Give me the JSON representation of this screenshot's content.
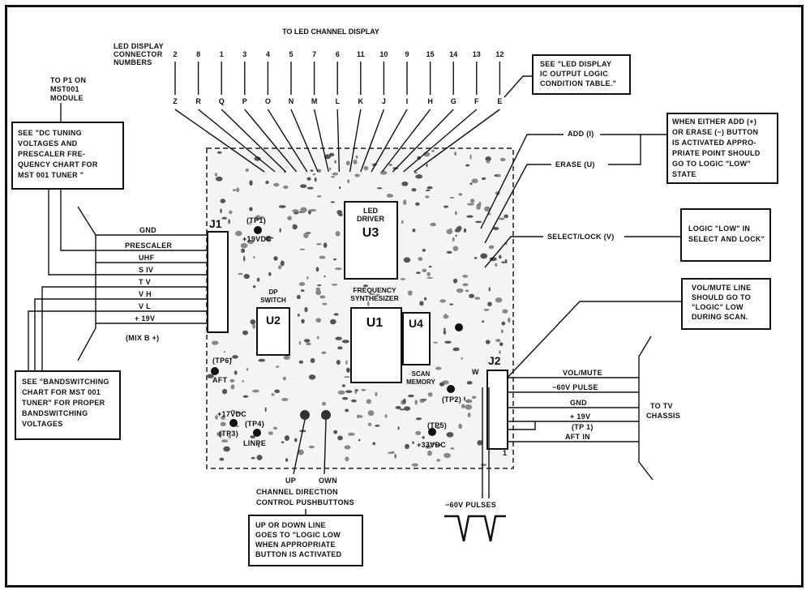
{
  "top_title": "TO LED CHANNEL DISPLAY",
  "led_connector_label": [
    "LED DISPLAY",
    "CONNECTOR",
    "NUMBERS"
  ],
  "pin_numbers": [
    "2",
    "8",
    "1",
    "3",
    "4",
    "5",
    "7",
    "6",
    "11",
    "10",
    "9",
    "15",
    "14",
    "13",
    "12"
  ],
  "pin_letters": [
    "Z",
    "R",
    "Q",
    "P",
    "O",
    "N",
    "M",
    "L",
    "K",
    "J",
    "I",
    "H",
    "G",
    "F",
    "E"
  ],
  "to_p1_label": [
    "TO P1 ON",
    "MST001",
    "MODULE"
  ],
  "callouts": {
    "led_table": [
      "SEE \"LED DISPLAY",
      "IC OUTPUT LOGIC",
      "CONDITION TABLE.\""
    ],
    "dc_tuning": [
      "SEE \"DC TUNING",
      "VOLTAGES AND",
      "PRESCALER FRE-",
      "QUENCY CHART FOR",
      "MST 001 TUNER \""
    ],
    "add_erase": [
      "WHEN EITHER ADD (+)",
      "OR ERASE (−) BUTTON",
      "IS ACTIVATED APPRO-",
      "PRIATE POINT SHOULD",
      "GO TO LOGIC \"LOW\"",
      "STATE"
    ],
    "select_lock": [
      "LOGIC \"LOW\" IN",
      "SELECT AND LOCK\""
    ],
    "vol_mute": [
      "VOL/MUTE LINE",
      "SHOULD GO TO",
      "\"LOGIC\" LOW",
      "DURING SCAN."
    ],
    "bandswitching": [
      "SEE \"BANDSWITCHING",
      "CHART FOR MST 001",
      "TUNER\" FOR PROPER",
      "BANDSWITCHING",
      "VOLTAGES"
    ],
    "up_down": [
      "UP OR DOWN LINE",
      "GOES TO \"LOGIC LOW",
      "WHEN APPROPRIATE",
      "BUTTON IS ACTIVATED"
    ]
  },
  "j1_lines": [
    "GND",
    "PRESCALER",
    "UHF",
    "S IV",
    "T V",
    "V H",
    "V L",
    "+ 19V"
  ],
  "j1_note": "(MIX B +)",
  "right_labels": {
    "add": "ADD (I)",
    "erase": "ERASE (U)",
    "select": "SELECT/LOCK (V)"
  },
  "j2_lines": [
    "VOL/MUTE",
    "−60V PULSE",
    "GND",
    "+ 19V",
    "AFT IN"
  ],
  "tp1_label": "(TP 1)",
  "to_tv": [
    "TO TV",
    "CHASSIS"
  ],
  "board": {
    "j1": "J1",
    "j2": "J2",
    "tp1": "(TP1)",
    "tp1_v": "+19VDC",
    "u3_title": [
      "LED",
      "DRIVER"
    ],
    "u3": "U3",
    "u2_title": [
      "DP",
      "SWITCH"
    ],
    "u2": "U2",
    "u1_title": [
      "FREQUENCY",
      "SYNTHESIZER"
    ],
    "u1": "U1",
    "u4": "U4",
    "u4_title": [
      "SCAN",
      "MEMORY"
    ],
    "tp6": "(TP6)",
    "tp6_v": "AFT",
    "tp4": "(TP4)",
    "tp4_v": "LINPE",
    "tp3": "(TP3)",
    "tp3_v": "+17VDC",
    "tp2": "(TP2)",
    "tp5": "(TP5)",
    "tp5_v": "+33VDC",
    "w": "W",
    "j2_1": "1"
  },
  "up_label": "UP",
  "down_label": "OWN",
  "direction_label": [
    "CHANNEL DIRECTION",
    "CONTROL PUSHBUTTONS"
  ],
  "pulses_label": "−60V PULSES"
}
